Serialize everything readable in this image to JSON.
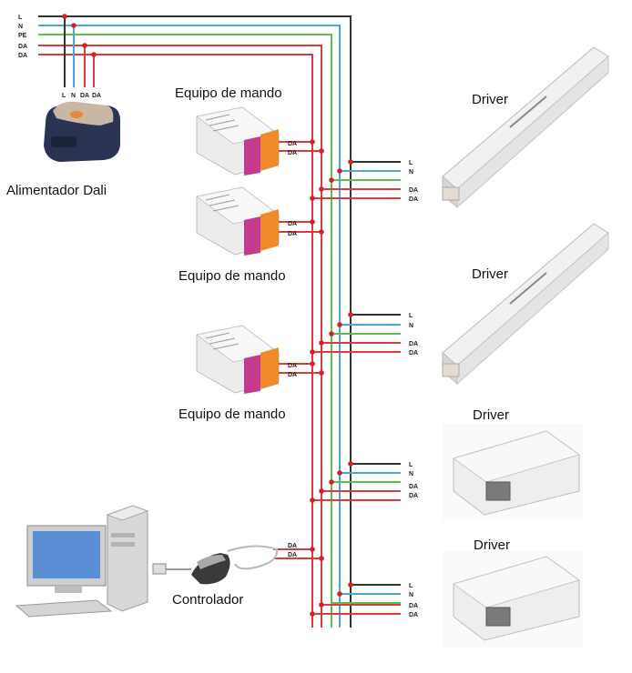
{
  "colors": {
    "L": "#333333",
    "N": "#4aa8d8",
    "PE": "#5fbf4f",
    "DA": "#e03a3e",
    "junction": "#d42127"
  },
  "bus_labels": [
    "L",
    "N",
    "PE",
    "DA",
    "DA"
  ],
  "supply_tap_labels": [
    "L",
    "N",
    "DA",
    "DA"
  ],
  "power_supply": {
    "label": "Alimentador Dali"
  },
  "control_modules": [
    {
      "label": "Equipo de mando",
      "terminals": [
        "DA",
        "DA"
      ]
    },
    {
      "label": "Equipo de mando",
      "terminals": [
        "DA",
        "DA"
      ]
    },
    {
      "label": "Equipo de mando",
      "terminals": [
        "DA",
        "DA"
      ]
    }
  ],
  "drivers": [
    {
      "label": "Driver",
      "terminals": [
        "L",
        "N",
        "DA",
        "DA"
      ]
    },
    {
      "label": "Driver",
      "terminals": [
        "L",
        "N",
        "DA",
        "DA"
      ]
    },
    {
      "label": "Driver",
      "terminals": [
        "L",
        "N",
        "DA",
        "DA"
      ]
    },
    {
      "label": "Driver",
      "terminals": [
        "L",
        "N",
        "DA",
        "DA"
      ]
    }
  ],
  "controller": {
    "label": "Controlador",
    "terminals": [
      "DA",
      "DA"
    ]
  }
}
